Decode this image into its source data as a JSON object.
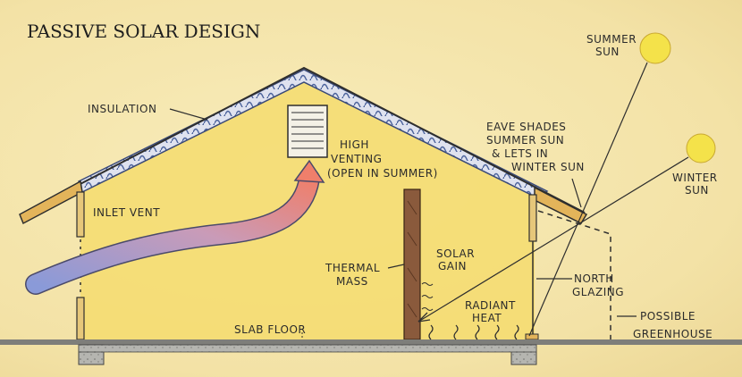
{
  "title": "PASSIVE SOLAR DESIGN",
  "labels": {
    "insulation": "INSULATION",
    "high_venting": [
      "HIGH",
      "VENTING",
      "(OPEN IN SUMMER)"
    ],
    "eave_shades": [
      "EAVE SHADES",
      "SUMMER SUN",
      "& LETS IN",
      "WINTER SUN"
    ],
    "summer_sun": [
      "SUMMER",
      "SUN"
    ],
    "winter_sun": [
      "WINTER",
      "SUN"
    ],
    "inlet_vent": "INLET VENT",
    "solar_gain": [
      "SOLAR",
      "GAIN"
    ],
    "thermal_mass": [
      "THERMAL",
      "MASS"
    ],
    "radiant_heat": [
      "RADIANT",
      "HEAT"
    ],
    "north_glazing": [
      "NORTH",
      "GLAZING"
    ],
    "slab_floor": "SLAB FLOOR",
    "possible_greenhouse": [
      "POSSIBLE",
      "GREENHOUSE"
    ]
  },
  "colors": {
    "wall_fill": "#f5dc6e",
    "roof_insulation": "#5a73a8",
    "sun": "#f4e24a",
    "airflow_start": "#8a9ad8",
    "airflow_end": "#ef7f6b",
    "thermal_mass": "#8a5a3c",
    "ground": "#8f8f8f"
  }
}
